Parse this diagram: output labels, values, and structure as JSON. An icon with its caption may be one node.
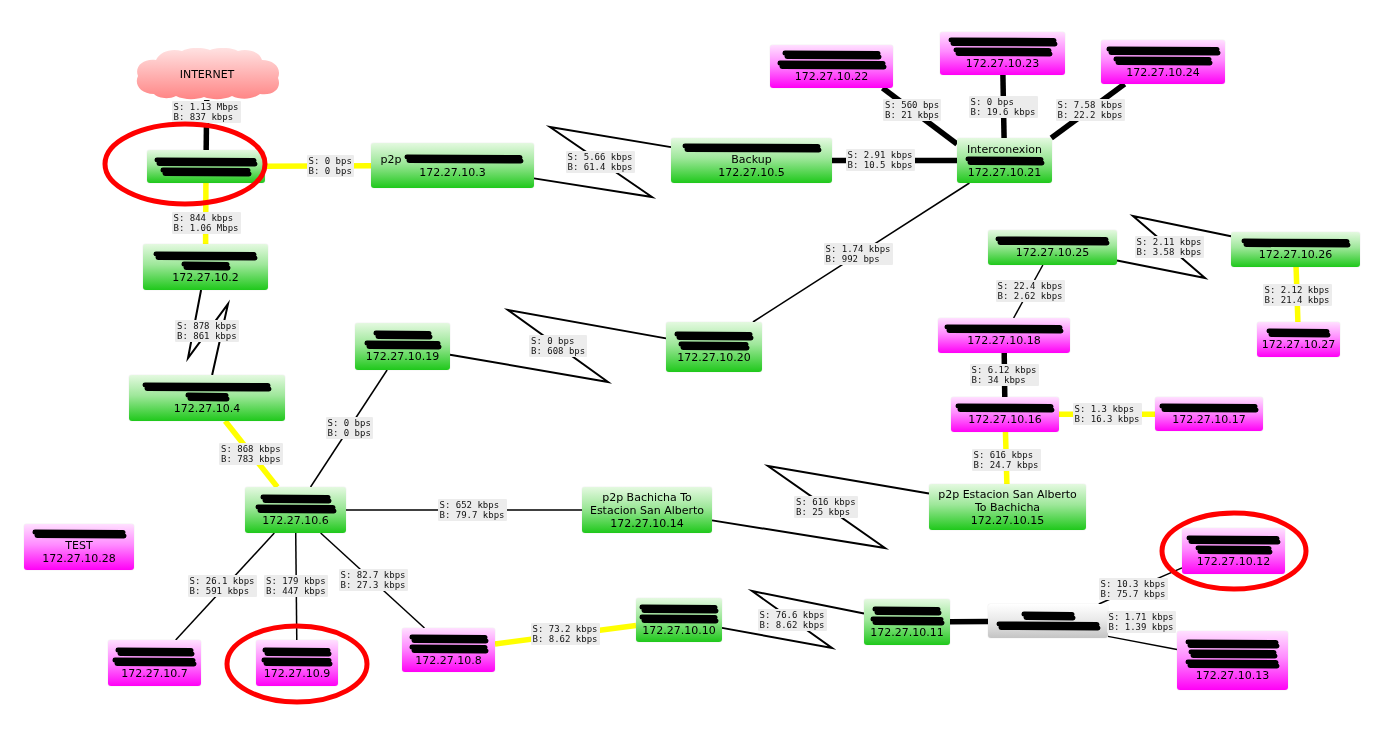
{
  "diagram": {
    "nodes": [
      {
        "text": [
          "INTERNET"
        ]
      },
      {
        "text": [],
        "shape": "box"
      },
      {
        "text": [
          "p2p",
          "172.27.10.3"
        ]
      },
      {
        "text": [
          "Backup",
          "172.27.10.5"
        ]
      },
      {
        "text": [
          "172.27.10.22"
        ]
      },
      {
        "text": [
          "172.27.10.23"
        ]
      },
      {
        "text": [
          "172.27.10.24"
        ]
      },
      {
        "text": [
          "Interconexion",
          "172.27.10.21"
        ]
      },
      {
        "text": [
          "172.27.10.2"
        ]
      },
      {
        "text": [
          "172.27.10.25"
        ]
      },
      {
        "text": [
          "172.27.10.26"
        ]
      },
      {
        "text": [
          "172.27.10.27"
        ]
      },
      {
        "text": [
          "172.27.10.18"
        ]
      },
      {
        "text": [
          "172.27.10.19"
        ]
      },
      {
        "text": [
          "172.27.10.20"
        ]
      },
      {
        "text": [
          "172.27.10.4"
        ]
      },
      {
        "text": [
          "172.27.10.16"
        ]
      },
      {
        "text": [
          "172.27.10.17"
        ]
      },
      {
        "text": [
          "172.27.10.6"
        ]
      },
      {
        "text": [
          "p2p Bachicha To Estacion San Alberto",
          "172.27.10.14"
        ]
      },
      {
        "text": [
          "p2p Estacion San Alberto To Bachicha",
          "172.27.10.15"
        ]
      },
      {
        "text": [
          "TEST",
          "172.27.10.28"
        ]
      },
      {
        "text": [
          "172.27.10.12"
        ]
      },
      {
        "text": [
          "172.27.10.7"
        ]
      },
      {
        "text": [
          "172.27.10.9"
        ]
      },
      {
        "text": [
          "172.27.10.8"
        ]
      },
      {
        "text": [
          "172.27.10.10"
        ]
      },
      {
        "text": [
          "172.27.10.11"
        ]
      },
      {
        "text": [],
        "shape": "box"
      },
      {
        "text": [
          "172.27.10.13"
        ]
      }
    ],
    "edges": [
      {
        "from": 0,
        "to": 1,
        "arrow": "none",
        "label": "S: 1.13 Mbps B: 837 kbps",
        "style": "thick"
      },
      {
        "from": 1,
        "to": 2,
        "arrow": "none",
        "label": "S: 0 bps B: 0 bps",
        "style": "thick",
        "color": "#ffff00"
      },
      {
        "from": 1,
        "to": 8,
        "arrow": "none",
        "label": "S: 844 kbps B: 1.06 Mbps",
        "style": "thick",
        "color": "#ffff00"
      },
      {
        "from": 2,
        "to": 3,
        "arrow": "none",
        "label": "S: 5.66 kbps B: 61.4 kbps"
      },
      {
        "from": 3,
        "to": 7,
        "arrow": "none",
        "label": "S: 2.91 kbps B: 10.5 kbps",
        "style": "thick"
      },
      {
        "from": 4,
        "to": 7,
        "arrow": "none",
        "label": "S: 560 bps B: 21 kbps",
        "style": "thick"
      },
      {
        "from": 5,
        "to": 7,
        "arrow": "none",
        "label": "S: 0 bps B: 19.6 kbps",
        "style": "thick"
      },
      {
        "from": 6,
        "to": 7,
        "arrow": "none",
        "label": "S: 7.58 kbps B: 22.2 kbps",
        "style": "thick"
      },
      {
        "from": 7,
        "to": 14,
        "arrow": "none",
        "label": "S: 1.74 kbps B: 992 bps"
      },
      {
        "from": 8,
        "to": 15,
        "arrow": "none",
        "label": "S: 878 kbps B: 861 kbps"
      },
      {
        "from": 9,
        "to": 10,
        "arrow": "none",
        "label": "S: 2.11 kbps B: 3.58 kbps"
      },
      {
        "from": 9,
        "to": 12,
        "arrow": "none",
        "label": "S: 22.4 kbps B: 2.62 kbps"
      },
      {
        "from": 10,
        "to": 11,
        "arrow": "none",
        "label": "S: 2.12 kbps B: 21.4 kbps",
        "style": "thick",
        "color": "#ffff00"
      },
      {
        "from": 12,
        "to": 16,
        "arrow": "none",
        "label": "S: 6.12 kbps B: 34 kbps",
        "style": "thick"
      },
      {
        "from": 16,
        "to": 17,
        "arrow": "none",
        "label": "S: 1.3 kbps B: 16.3 kbps",
        "style": "thick",
        "color": "#ffff00"
      },
      {
        "from": 16,
        "to": 20,
        "arrow": "none",
        "label": "S: 616 kbps B: 24.7 kbps",
        "style": "thick",
        "color": "#ffff00"
      },
      {
        "from": 13,
        "to": 14,
        "arrow": "none",
        "label": "S: 0 bps B: 608 bps"
      },
      {
        "from": 13,
        "to": 18,
        "arrow": "none",
        "label": "S: 0 bps B: 0 bps"
      },
      {
        "from": 15,
        "to": 18,
        "arrow": "none",
        "label": "S: 868 kbps B: 783 kbps",
        "style": "thick",
        "color": "#ffff00"
      },
      {
        "from": 18,
        "to": 19,
        "arrow": "none",
        "label": "S: 652 kbps B: 79.7 kbps"
      },
      {
        "from": 19,
        "to": 20,
        "arrow": "none",
        "label": "S: 616 kbps B: 25 kbps"
      },
      {
        "from": 18,
        "to": 23,
        "arrow": "none",
        "label": "S: 26.1 kbps B: 591 kbps"
      },
      {
        "from": 18,
        "to": 24,
        "arrow": "none",
        "label": "S: 179 kbps B: 447 kbps"
      },
      {
        "from": 18,
        "to": 25,
        "arrow": "none",
        "label": "S: 82.7 kbps B: 27.3 kbps"
      },
      {
        "from": 25,
        "to": 26,
        "arrow": "none",
        "label": "S: 73.2 kbps B: 8.62 kbps",
        "style": "thick",
        "color": "#ffff00"
      },
      {
        "from": 26,
        "to": 27,
        "arrow": "none",
        "label": "S: 76.6 kbps B: 8.62 kbps"
      },
      {
        "from": 27,
        "to": 28,
        "arrow": "none",
        "style": "thick"
      },
      {
        "from": 28,
        "to": 22,
        "arrow": "none",
        "label": "S: 10.3 kbps B: 75.7 kbps"
      },
      {
        "from": 28,
        "to": 29,
        "arrow": "none",
        "label": "S: 1.71 kbps B: 1.39 kbps"
      }
    ]
  }
}
